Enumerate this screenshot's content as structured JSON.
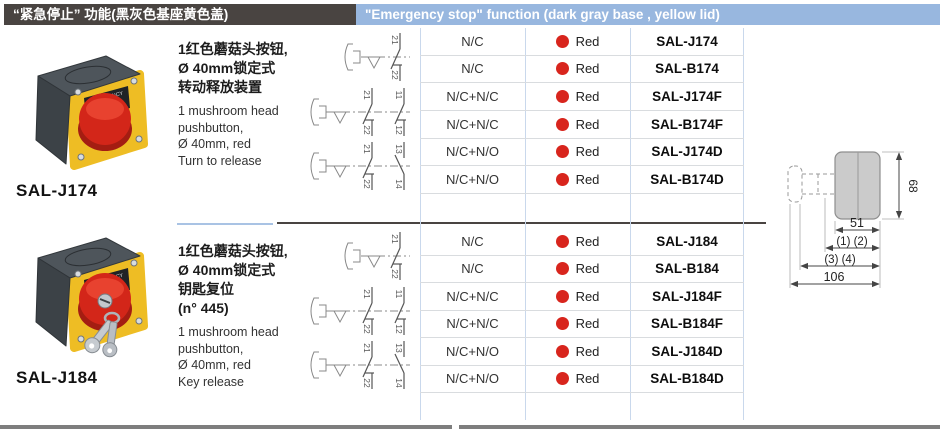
{
  "header": {
    "title_zh": "“紧急停止” 功能(黑灰色基座黄色盖)",
    "title_en": "\"Emergency stop\" function (dark gray base , yellow lid)"
  },
  "products": [
    {
      "label": "SAL-J174",
      "photo_label_line1": "EMERGENCY",
      "photo_label_line2": "STOP",
      "desc_zh": [
        "1红色蘑菇头按钮,",
        "Ø 40mm锁定式",
        "转动释放装置"
      ],
      "desc_en": [
        "1 mushroom head",
        "pushbutton,",
        "Ø 40mm, red",
        "Turn to release"
      ],
      "rows": [
        {
          "contacts": "N/C",
          "color": "Red",
          "model": "SAL-J174"
        },
        {
          "contacts": "N/C",
          "color": "Red",
          "model": "SAL-B174"
        },
        {
          "contacts": "N/C+N/C",
          "color": "Red",
          "model": "SAL-J174F"
        },
        {
          "contacts": "N/C+N/C",
          "color": "Red",
          "model": "SAL-B174F"
        },
        {
          "contacts": "N/C+N/O",
          "color": "Red",
          "model": "SAL-J174D"
        },
        {
          "contacts": "N/C+N/O",
          "color": "Red",
          "model": "SAL-B174D"
        }
      ]
    },
    {
      "label": "SAL-J184",
      "photo_label_line1": "EMERGENCY",
      "photo_label_line2": "STOP",
      "desc_zh": [
        "1红色蘑菇头按钮,",
        "Ø 40mm锁定式",
        "钥匙复位",
        "(n° 445)"
      ],
      "desc_en": [
        "1 mushroom head",
        "pushbutton,",
        "Ø 40mm, red",
        "Key release"
      ],
      "rows": [
        {
          "contacts": "N/C",
          "color": "Red",
          "model": "SAL-J184"
        },
        {
          "contacts": "N/C",
          "color": "Red",
          "model": "SAL-B184"
        },
        {
          "contacts": "N/C+N/C",
          "color": "Red",
          "model": "SAL-J184F"
        },
        {
          "contacts": "N/C+N/C",
          "color": "Red",
          "model": "SAL-B184F"
        },
        {
          "contacts": "N/C+N/O",
          "color": "Red",
          "model": "SAL-J184D"
        },
        {
          "contacts": "N/C+N/O",
          "color": "Red",
          "model": "SAL-B184D"
        }
      ]
    }
  ],
  "diagrams": {
    "d1": {
      "t1": "21",
      "t2": "22"
    },
    "d2": {
      "t1": "21",
      "t2": "22",
      "t3": "11",
      "t4": "12"
    },
    "d3": {
      "t1": "21",
      "t2": "22",
      "t3": "13",
      "t4": "14"
    }
  },
  "dimensions": {
    "height": "68",
    "width": "51",
    "dim12": "(1) (2)",
    "dim34": "(3) (4)",
    "overall": "106"
  },
  "colors": {
    "red_dot": "#d8251d",
    "header_dark": "#494441",
    "header_blue": "#98b7df"
  }
}
